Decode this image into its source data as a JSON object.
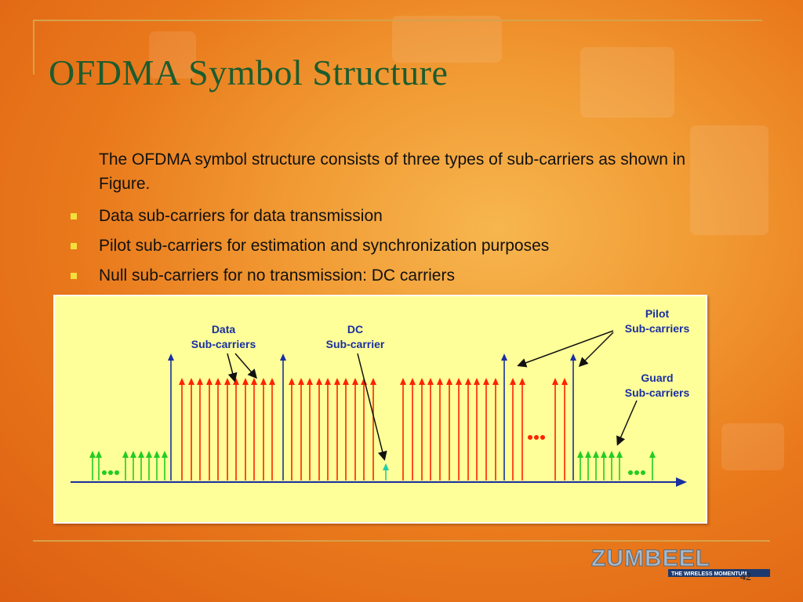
{
  "slide": {
    "title": "OFDMA Symbol Structure",
    "intro": "The OFDMA symbol structure consists of three types of sub-carriers as shown in Figure.",
    "bullets": [
      "Data sub-carriers for data transmission",
      "Pilot sub-carriers for estimation and synchronization purposes",
      "Null sub-carriers for no transmission: DC carriers"
    ],
    "page_number": "42"
  },
  "figure": {
    "labels": {
      "data": [
        "Data",
        "Sub-carriers"
      ],
      "dc": [
        "DC",
        "Sub-carrier"
      ],
      "pilot": [
        "Pilot",
        "Sub-carriers"
      ],
      "guard": [
        "Guard",
        "Sub-carriers"
      ]
    },
    "colors": {
      "data": "#ff2200",
      "pilot": "#1a2fa0",
      "guard": "#22cc22",
      "dc": "#22ccaa",
      "axis": "#1a2fa0",
      "label": "#1a2fa0",
      "background": "#ffff99"
    }
  },
  "logo": {
    "brand": "ZUMBEEL",
    "tagline": "THE WIRELESS MOMENTUM"
  }
}
